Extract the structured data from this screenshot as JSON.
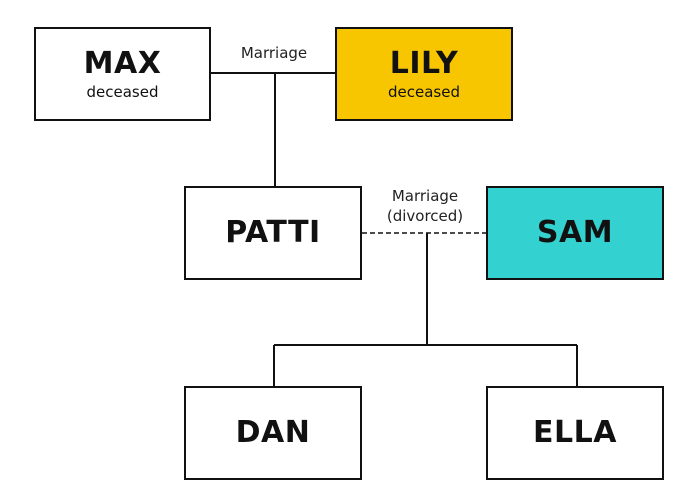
{
  "colors": {
    "lily_fill": "#f7c600",
    "sam_fill": "#33d1cf",
    "default_fill": "#ffffff",
    "line": "#111111"
  },
  "people": {
    "max": {
      "name": "MAX",
      "status": "deceased"
    },
    "lily": {
      "name": "LILY",
      "status": "deceased"
    },
    "patti": {
      "name": "PATTI"
    },
    "sam": {
      "name": "SAM"
    },
    "dan": {
      "name": "DAN"
    },
    "ella": {
      "name": "ELLA"
    }
  },
  "relationships": {
    "max_lily": {
      "label": "Marriage",
      "style": "solid"
    },
    "patti_sam": {
      "label_line1": "Marriage",
      "label_line2": "(divorced)",
      "style": "dashed"
    }
  }
}
